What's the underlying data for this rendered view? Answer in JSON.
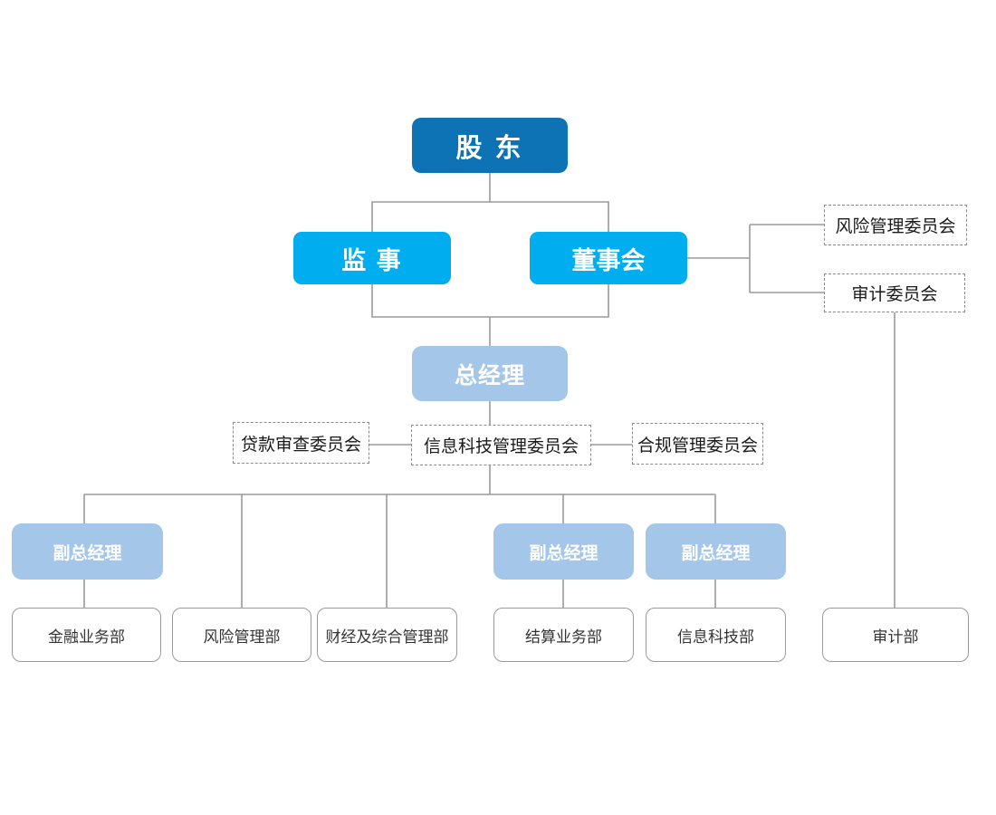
{
  "nodes": {
    "shareholders": {
      "label": "股 东"
    },
    "supervisor": {
      "label": "监 事"
    },
    "board": {
      "label": "董事会"
    },
    "risk_committee": {
      "label": "风险管理委员会"
    },
    "audit_committee": {
      "label": "审计委员会"
    },
    "general_manager": {
      "label": "总经理"
    },
    "loan_review_committee": {
      "label": "贷款审查委员会"
    },
    "it_management_committee": {
      "label": "信息科技管理委员会"
    },
    "compliance_committee": {
      "label": "合规管理委员会"
    },
    "deputy_gm_1": {
      "label": "副总经理"
    },
    "deputy_gm_2": {
      "label": "副总经理"
    },
    "deputy_gm_3": {
      "label": "副总经理"
    },
    "dept_financial_business": {
      "label": "金融业务部"
    },
    "dept_risk_management": {
      "label": "风险管理部"
    },
    "dept_finance_admin": {
      "label": "财经及综合管理部"
    },
    "dept_settlement": {
      "label": "结算业务部"
    },
    "dept_it": {
      "label": "信息科技部"
    },
    "dept_audit": {
      "label": "审计部"
    }
  },
  "colors": {
    "primary_dark_blue": "#0e73b5",
    "bright_blue": "#00aeef",
    "light_blue": "#a3c6e9",
    "connector_gray": "#9a9a9a",
    "dashed_border_gray": "#8a8a8a",
    "text_dark": "#333333",
    "background": "#ffffff"
  }
}
